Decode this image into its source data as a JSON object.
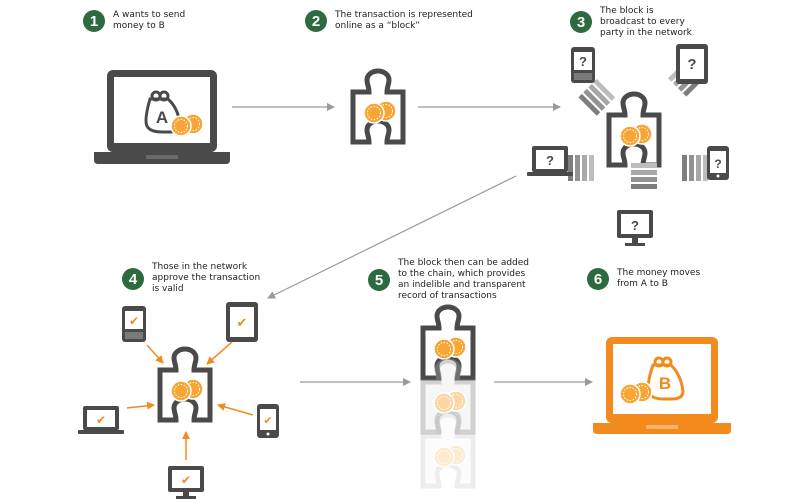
{
  "steps": [
    {
      "number": "1",
      "text": "A wants to send\nmoney to B"
    },
    {
      "number": "2",
      "text": "The transaction is represented\nonline as a “block”"
    },
    {
      "number": "3",
      "text": "The block is\nbroadcast to every\nparty in the network"
    },
    {
      "number": "4",
      "text": "Those in the network\napprove the transaction\nis valid"
    },
    {
      "number": "5",
      "text": "The block then can be added\nto the chain, which provides\nan indelible and transparent\nrecord of transactions"
    },
    {
      "number": "6",
      "text": "The money moves\nfrom A to B"
    }
  ],
  "wallet_labels": {
    "sender": "A",
    "receiver": "B"
  },
  "device_glyphs": {
    "unknown": "?",
    "approved": "✔"
  },
  "colors": {
    "step_badge": "#2e6a3f",
    "device_dark": "#4a4a4a",
    "accent_orange": "#f28a1e",
    "coin_orange": "#f7a534",
    "arrow_gray": "#9a9a9a",
    "faded_block": "#d6d6d6"
  }
}
